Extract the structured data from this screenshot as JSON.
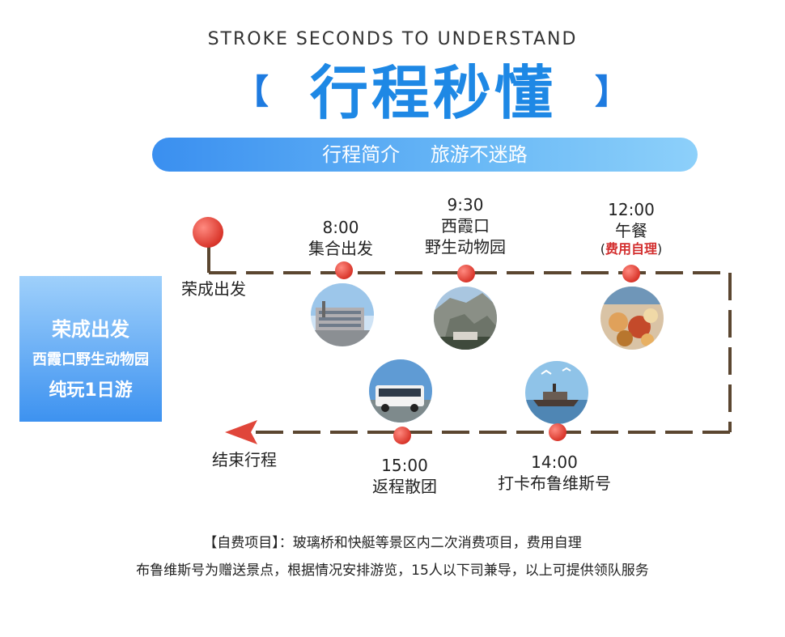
{
  "header": {
    "subtitle_en": "STROKE SECONDS TO UNDERSTAND",
    "bracket_left": "【",
    "title": "行程秒懂",
    "bracket_right": "】"
  },
  "banner": {
    "left": "行程简介",
    "right": "旅游不迷路"
  },
  "side_box": {
    "line1": "荣成出发",
    "line2": "西霞口野生动物园",
    "line3": "纯玩1日游"
  },
  "route": {
    "start_label": "荣成出发",
    "end_label": "结束行程",
    "stops": [
      {
        "time": "8:00",
        "name": "集合出发",
        "photo": "hotel-building"
      },
      {
        "time": "9:30",
        "name_line1": "西霞口",
        "name_line2": "野生动物园",
        "photo": "zoo-rock-cliff"
      },
      {
        "time": "12:00",
        "name": "午餐",
        "note": "费用自理",
        "note_open": "(",
        "note_close": ")",
        "photo": "seafood-lunch"
      },
      {
        "time": "14:00",
        "name": "打卡布鲁维斯号",
        "photo": "shipwreck-seagulls"
      },
      {
        "time": "15:00",
        "name": "返程散团",
        "photo": "tour-bus"
      }
    ]
  },
  "notes": {
    "line1": "【自费项目】：玻璃桥和快艇等景区内二次消费项目，费用自理",
    "line2": "布鲁维斯号为赠送景点，根据情况安排游览，15人以下司兼导，以上可提供领队服务"
  },
  "colors": {
    "accent_blue": "#1e88e5",
    "route_line": "#5b4630",
    "pin_red": "#d9362b",
    "note_red": "#d32f2f"
  }
}
